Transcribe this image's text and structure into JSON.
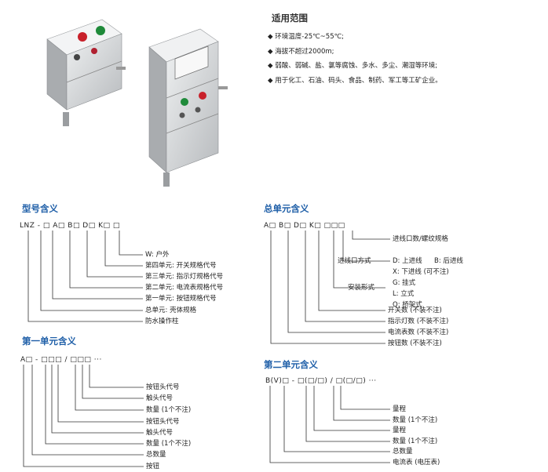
{
  "scope": {
    "title": "适用范围",
    "items": [
      "环境温度-25℃~55℃;",
      "海拔不超过2000m;",
      "弱酸、弱碱、盐、氯等腐蚀、多水、多尘、潮湿等环境;",
      "用于化工、石油、码头、食品、制药、军工等工矿企业。"
    ],
    "bullet": "◆"
  },
  "model": {
    "title": "型号含义",
    "code": "LNZ - □ A□ B□ D□ K□ □",
    "labels": [
      "W: 户外",
      "第四单元: 开关规格代号",
      "第三单元: 指示灯规格代号",
      "第二单元: 电流表规格代号",
      "第一单元: 按钮规格代号",
      "总单元: 壳体规格",
      "防水操作柱"
    ]
  },
  "total": {
    "title": "总单元含义",
    "code": "A□ B□ D□ K□ □□□",
    "labels": {
      "thread": "进线口数/螺纹规格",
      "inlet_title": "进线口方式",
      "inlet_d": "D: 上进线",
      "inlet_b": "B: 后进线",
      "inlet_x": "X: 下进线 (可不注)",
      "mount_title": "安装形式",
      "mount_g": "G: 挂式",
      "mount_l": "L: 立式",
      "mount_q": "Q: 桥架式",
      "switch": "开关数 (不装不注)",
      "lamp": "指示灯数 (不装不注)",
      "meter": "电流表数 (不装不注)",
      "button": "按钮数 (不装不注)"
    }
  },
  "unit1": {
    "title": "第一单元含义",
    "code": "A□ - □□□ / □□□ ···",
    "labels": [
      "按钮头代号",
      "触头代号",
      "数量 (1个不注)",
      "按钮头代号",
      "触头代号",
      "数量 (1个不注)",
      "总数量",
      "按钮"
    ]
  },
  "unit2": {
    "title": "第二单元含义",
    "code": "B(V)□ - □(□/□) / □(□/□) ···",
    "labels": [
      "量程",
      "数量 (1个不注)",
      "量程",
      "数量 (1个不注)",
      "总数量",
      "电流表 (电压表)"
    ]
  },
  "colors": {
    "accent": "#1f5fa8",
    "box_body": "#d9dadb",
    "button_red": "#c8202a",
    "button_green": "#1f8a3a"
  }
}
